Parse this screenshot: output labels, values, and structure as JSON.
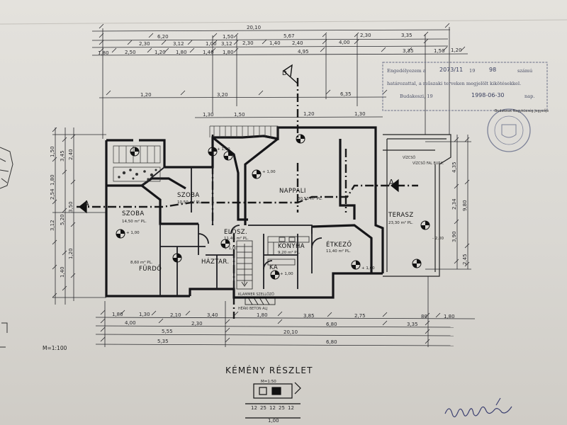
{
  "plan": {
    "room_labels": {
      "nappali": "NAPPALI",
      "szoba_left": "SZOBA",
      "szoba_top": "SZOBA",
      "furdo": "FÜRDŐ",
      "haztar": "HÁZTAR.",
      "eloter": "ELŐSZ.",
      "konyha": "KONYHA",
      "etkezo": "ÉTKEZŐ",
      "terasz": "TERASZ",
      "kamra": "KA"
    },
    "room_areas": {
      "nappali": "30,53 m² PL.",
      "szoba_left": "14,50 m² PL.",
      "szoba_top": "10,50 m² PL.",
      "furdo": "8,60 m² PL.",
      "haztar": "",
      "eloter": "11,46 m² PL.",
      "konyha": "9,20 m² PL.",
      "etkezo": "11,40 m² PL.",
      "terasz": "23,30 m² PL.",
      "kamra": ""
    },
    "levels": {
      "main": "+ 1,00",
      "living": "+ 1,00",
      "eloter": "+ 1,00",
      "terasz": "- 2,00",
      "etkezo": "+ 1,00",
      "kitchen": "+ 1,00",
      "stair": "+ 1,00"
    },
    "section_mark": "A",
    "north_mark": "D",
    "scale_main": "M=1:100",
    "detail_title": "KÉMÉNY RÉSZLET",
    "detail_scale": "M=1:50",
    "annotations": {
      "chimney_note": "KLAMMER SZELLŐZŐ",
      "chimney_note2": "HÉÁKI BETON ALJ",
      "terrace_note": "VÍZCSŐ",
      "terrace_note2": "VÍZCSŐ FAL BURK."
    },
    "dims_top_1": [
      "20,10"
    ],
    "dims_top_2": [
      "6,20",
      "1,50",
      "5,67",
      "2,30",
      "3,35"
    ],
    "dims_top_3": [
      "2,30",
      "3,12",
      "1,00",
      "3,12",
      "2,30",
      "1,40",
      "2,40",
      "4,00"
    ],
    "dims_top_4": [
      "1,80",
      "2,50",
      "1,20",
      "1,80",
      "1,40",
      "1,80",
      "4,95",
      "3,35",
      "1,50",
      "1,20"
    ],
    "dims_upper": [
      "1,20",
      "3,20",
      "6,35"
    ],
    "dims_inner_top": [
      "1,30",
      "1,50",
      "1,20",
      "1,30"
    ],
    "dims_bottom_1": [
      "1,80",
      "1,30",
      "2,10",
      "3,40",
      "1,80",
      "3,85",
      "2,75",
      "80",
      "1,80"
    ],
    "dims_bottom_2": [
      "4,00",
      "2,30",
      "6,80",
      "3,35"
    ],
    "dims_bottom_3": [
      "5,55",
      "20,10"
    ],
    "dims_bottom_4": [
      "5,35",
      "6,80"
    ],
    "dims_left": [
      "1,50",
      "1,80",
      "2,54",
      "3,12",
      "3,45",
      "5,20",
      "1,40",
      "2,40",
      "3,50",
      "1,20"
    ],
    "dims_right": [
      "4,35",
      "2,34",
      "3,90",
      "9,80",
      "2,45"
    ],
    "detail_dims": [
      "12",
      "25",
      "12",
      "25",
      "12"
    ],
    "detail_dim_total": "1,00"
  },
  "stamp": {
    "line1_a": "Engedélyezem a",
    "line1_b": "2073/11",
    "line1_c": "19",
    "line1_d": "98",
    "line1_e": "számú",
    "line2": "határozattal, a műszaki terveken megjelölt kikötésekkel.",
    "line3_a": "Budakeszi, 19",
    "line3_b": "1998-06-30",
    "line3_c": "nap.",
    "seal_text": "Budakeszi Nagyközség Jegyzője"
  },
  "colors": {
    "ink": "#1e1e22",
    "paper": "#dedcd7",
    "stamp": "#5a607a"
  }
}
